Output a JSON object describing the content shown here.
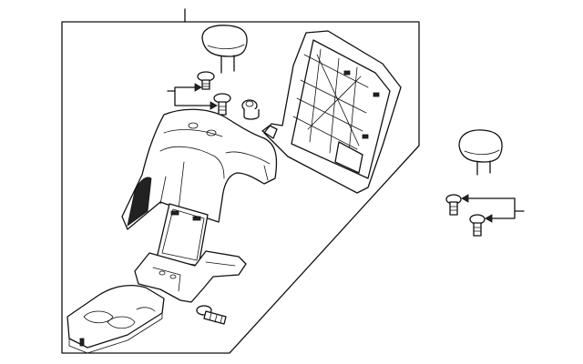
{
  "diagram": {
    "type": "exploded-parts-diagram",
    "colors": {
      "line": "#111111",
      "background": "#ffffff",
      "shading": "#222222"
    },
    "parts": [
      {
        "id": "headrest-main",
        "icon": "headrest-icon"
      },
      {
        "id": "guide-upper",
        "icon": "headrest-guide-icon"
      },
      {
        "id": "guide-lower",
        "icon": "headrest-guide-icon"
      },
      {
        "id": "plug",
        "icon": "plug-icon"
      },
      {
        "id": "seat-back-cushion",
        "icon": "seat-back-icon"
      },
      {
        "id": "seat-back-frame",
        "icon": "frame-icon"
      },
      {
        "id": "armrest",
        "icon": "armrest-icon"
      },
      {
        "id": "bolt",
        "icon": "bolt-icon"
      },
      {
        "id": "headrest-side",
        "icon": "headrest-icon"
      },
      {
        "id": "guide-side-upper",
        "icon": "headrest-guide-icon"
      },
      {
        "id": "guide-side-lower",
        "icon": "headrest-guide-icon"
      }
    ]
  }
}
